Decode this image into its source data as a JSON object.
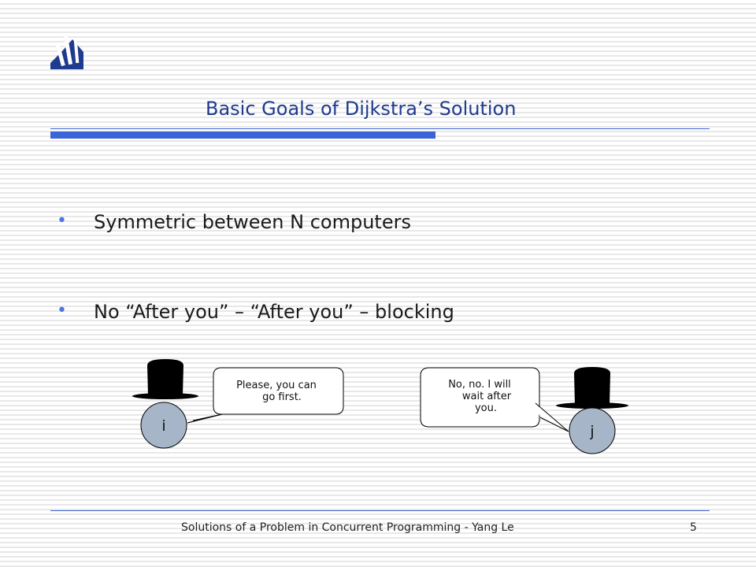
{
  "slide": {
    "title": "Basic Goals of Dijkstra’s Solution",
    "bullets": [
      "Symmetric between N computers",
      "No “After you” – “After you” – blocking"
    ]
  },
  "illustration": {
    "left_head": "i",
    "right_head": "j",
    "left_bubble": [
      "Please, you can",
      "go first."
    ],
    "right_bubble": [
      "No, no. I will",
      "wait after",
      "you."
    ]
  },
  "footer": {
    "text": "Solutions of a Problem in Concurrent Programming - Yang Le",
    "page_number": "5"
  },
  "colors": {
    "title": "#1f3b8f",
    "accent": "#3b64d6",
    "bullet": "#4a78e0",
    "head": "#a6b6c8"
  }
}
